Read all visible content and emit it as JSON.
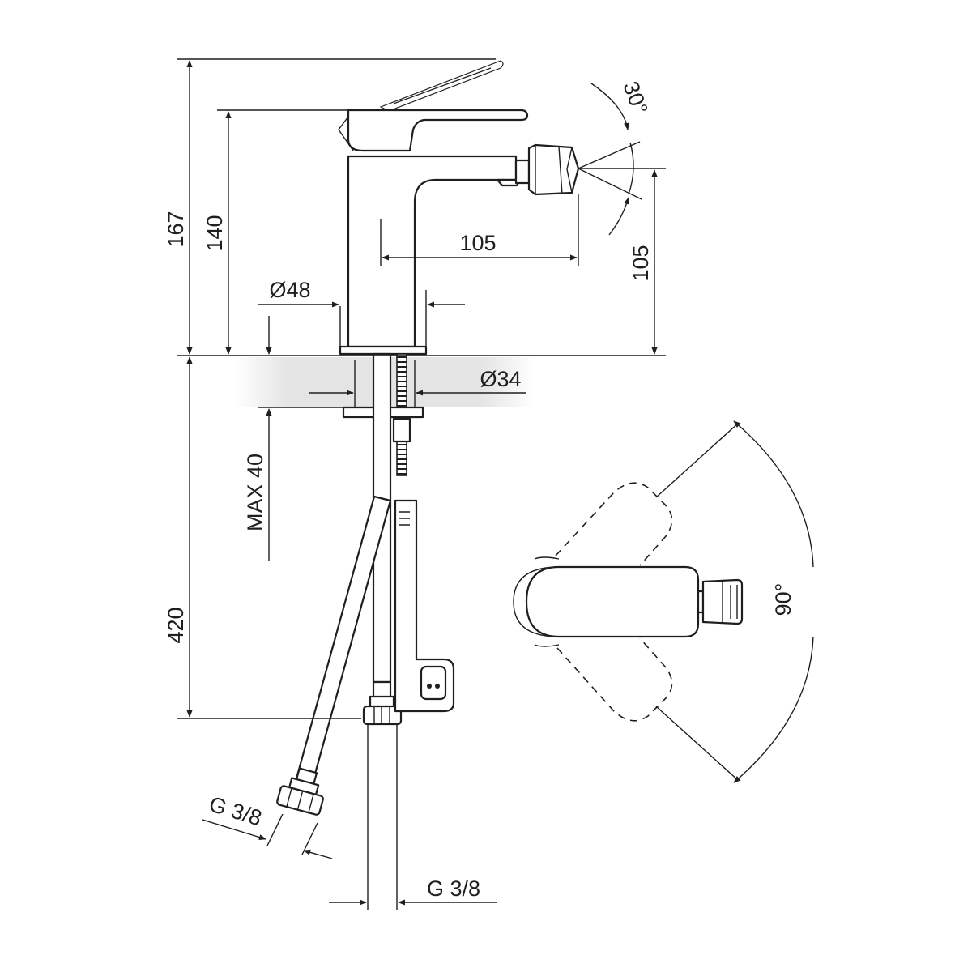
{
  "dimensions": {
    "total_height_with_lever": "167",
    "body_height": "140",
    "spout_reach": "105",
    "spout_height": "105",
    "base_diameter": "Ø48",
    "hole_diameter": "Ø34",
    "max_deck_thickness": "MAX 40",
    "hose_length": "420",
    "hose_connection_left": "G 3/8",
    "hose_connection_bottom": "G 3/8",
    "aerator_tilt_angle": "30°",
    "lever_rotation_angle": "90°"
  }
}
